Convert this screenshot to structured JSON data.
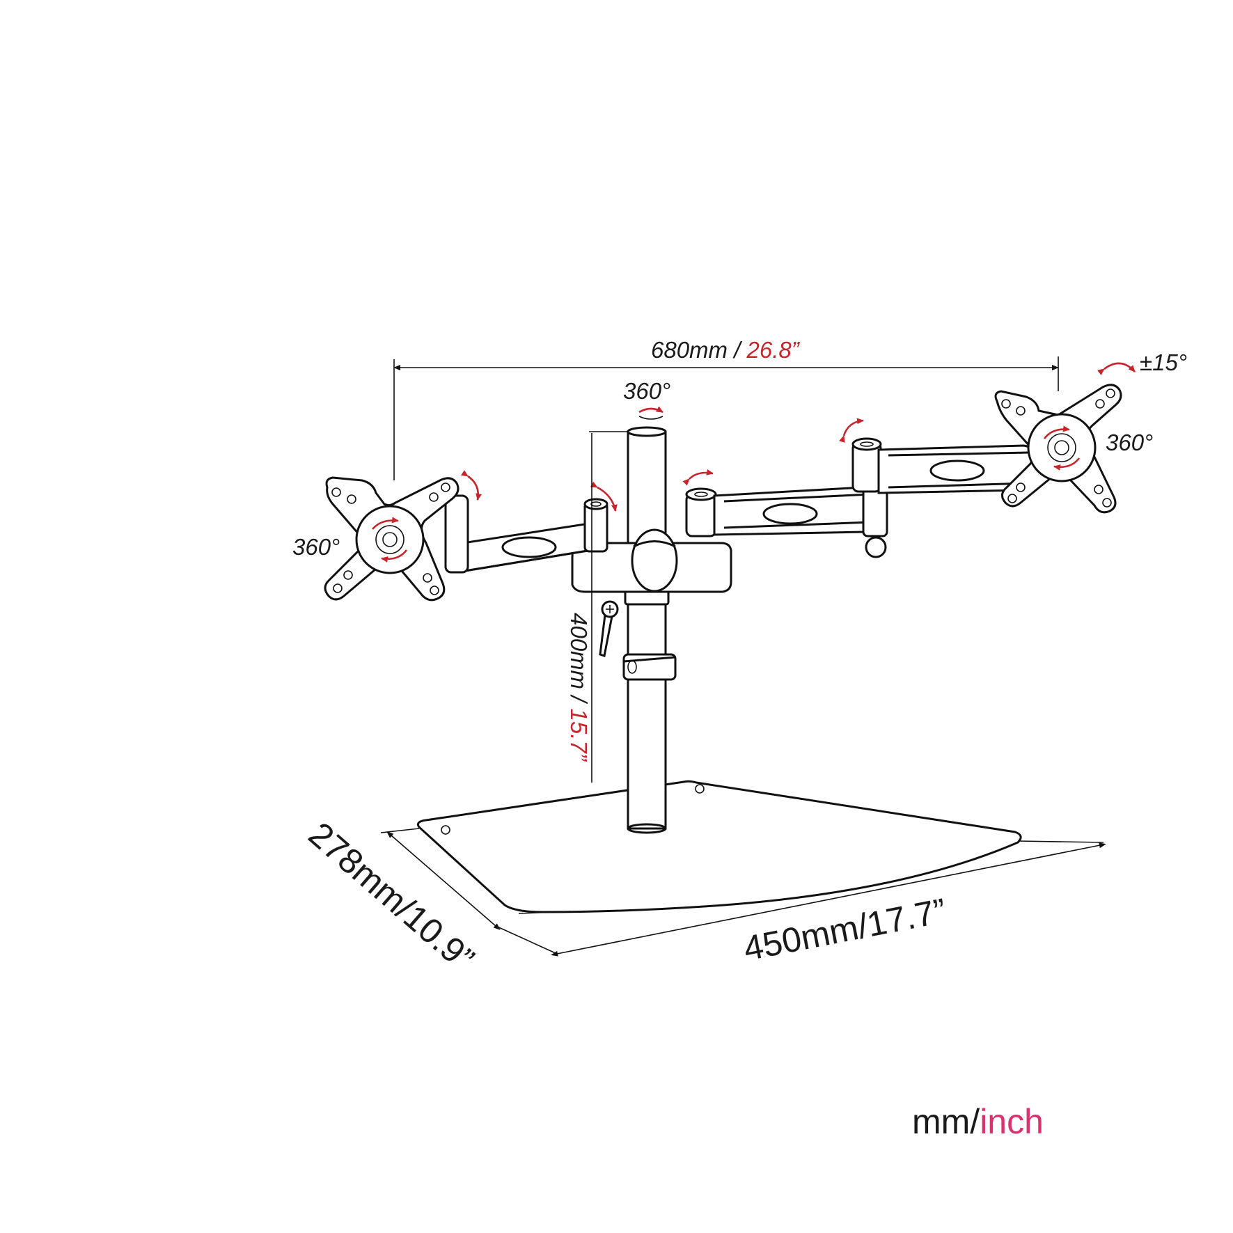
{
  "dimensions": {
    "width_mm": "680mm / ",
    "width_inch": "26.8”",
    "height_mm": "400mm / ",
    "height_inch": "15.7”",
    "base_depth": "278mm/10.9”",
    "base_width": "450mm/17.7”"
  },
  "rotations": {
    "pole": "360°",
    "left_plate": "360°",
    "right_plate": "360°",
    "tilt": "±15°"
  },
  "legend": {
    "mm": "mm/",
    "inch": "inch"
  },
  "colors": {
    "accent_red": "#c8242c",
    "legend_inch": "#d8336e",
    "line": "#111111"
  }
}
